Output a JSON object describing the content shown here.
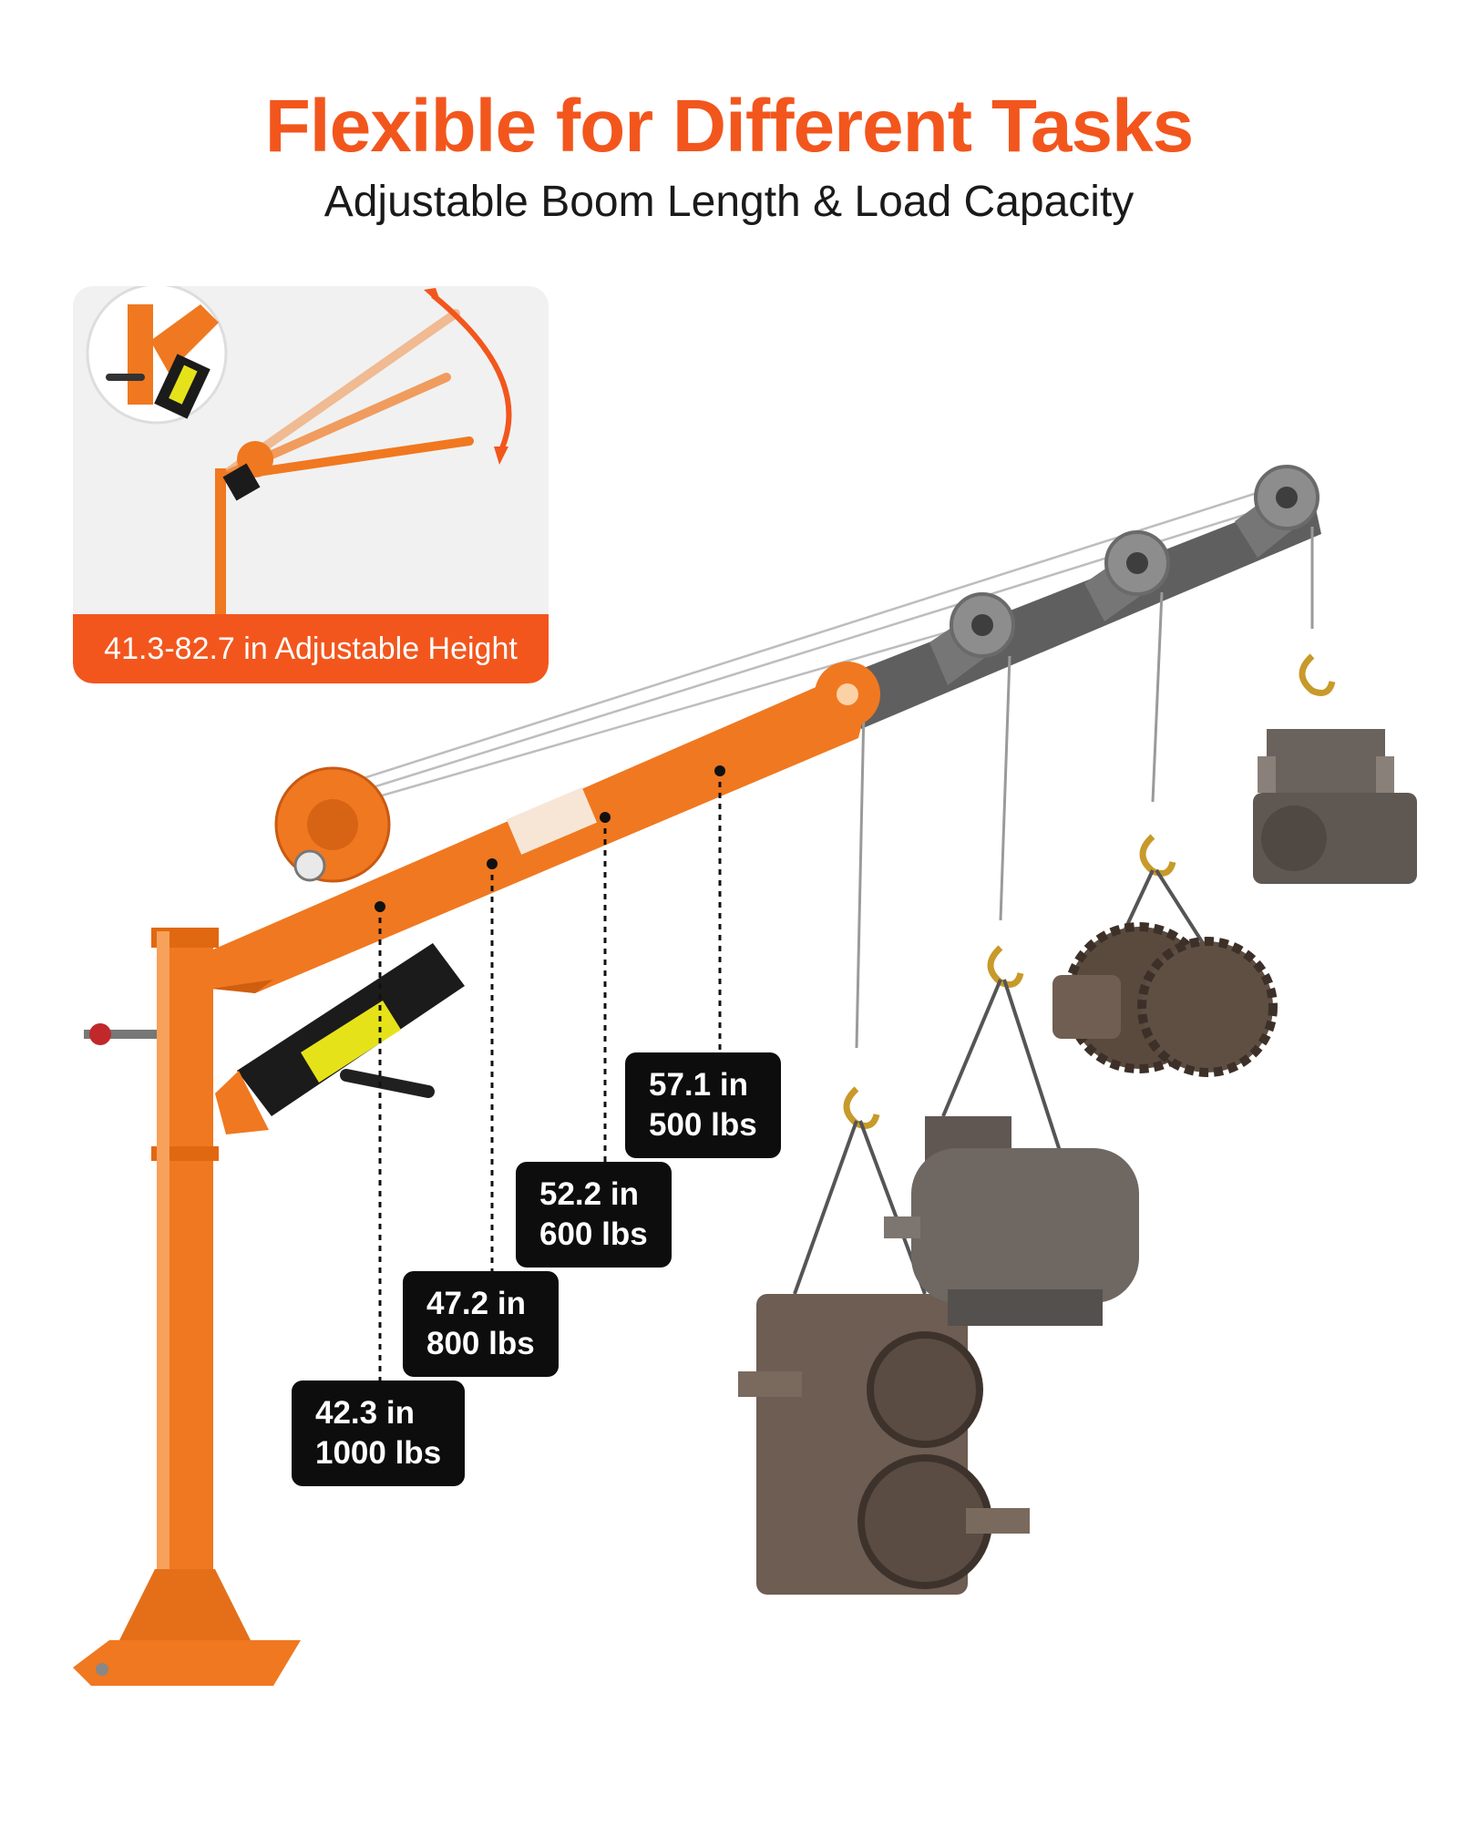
{
  "header": {
    "title": "Flexible for Different Tasks",
    "subtitle": "Adjustable Boom Length & Load Capacity"
  },
  "inset": {
    "caption": "41.3-82.7 in Adjustable Height"
  },
  "boom_positions": [
    {
      "length": "42.3 in",
      "capacity": "1000 lbs"
    },
    {
      "length": "47.2 in",
      "capacity": "800 lbs"
    },
    {
      "length": "52.2 in",
      "capacity": "600 lbs"
    },
    {
      "length": "57.1 in",
      "capacity": "500 lbs"
    }
  ],
  "colors": {
    "accent": "#f2561d",
    "crane_orange": "#f07820",
    "boom_gray": "#6b6b6b",
    "label_bg": "#0d0d0d"
  },
  "icons": [
    "crane-illustration",
    "hook-icon",
    "curved-arrow-icon",
    "load-gearbox",
    "load-motor",
    "load-sprocket",
    "load-pump"
  ]
}
